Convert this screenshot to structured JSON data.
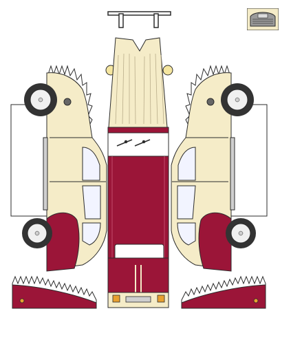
{
  "colors": {
    "cream": "#f5ecc8",
    "maroon": "#9b1538",
    "outline": "#2b2b2b",
    "window": "#f2f4ff",
    "tire": "#333333",
    "wheel_hub": "#f0f0f0",
    "headlight": "#f5e6a0",
    "tail_light": "#e8a030",
    "chrome": "#cfcfcf"
  },
  "pieces": [
    {
      "name": "bumper-piece",
      "icon": "bumper"
    },
    {
      "name": "grille-thumbnail",
      "icon": "grille"
    },
    {
      "name": "roof-hood-body-piece",
      "icon": "car-top-strip"
    },
    {
      "name": "left-side-panel",
      "icon": "car-side-left"
    },
    {
      "name": "right-side-panel",
      "icon": "car-side-right"
    },
    {
      "name": "left-fender-strip",
      "icon": "fender-left"
    },
    {
      "name": "right-fender-strip",
      "icon": "fender-right"
    }
  ]
}
